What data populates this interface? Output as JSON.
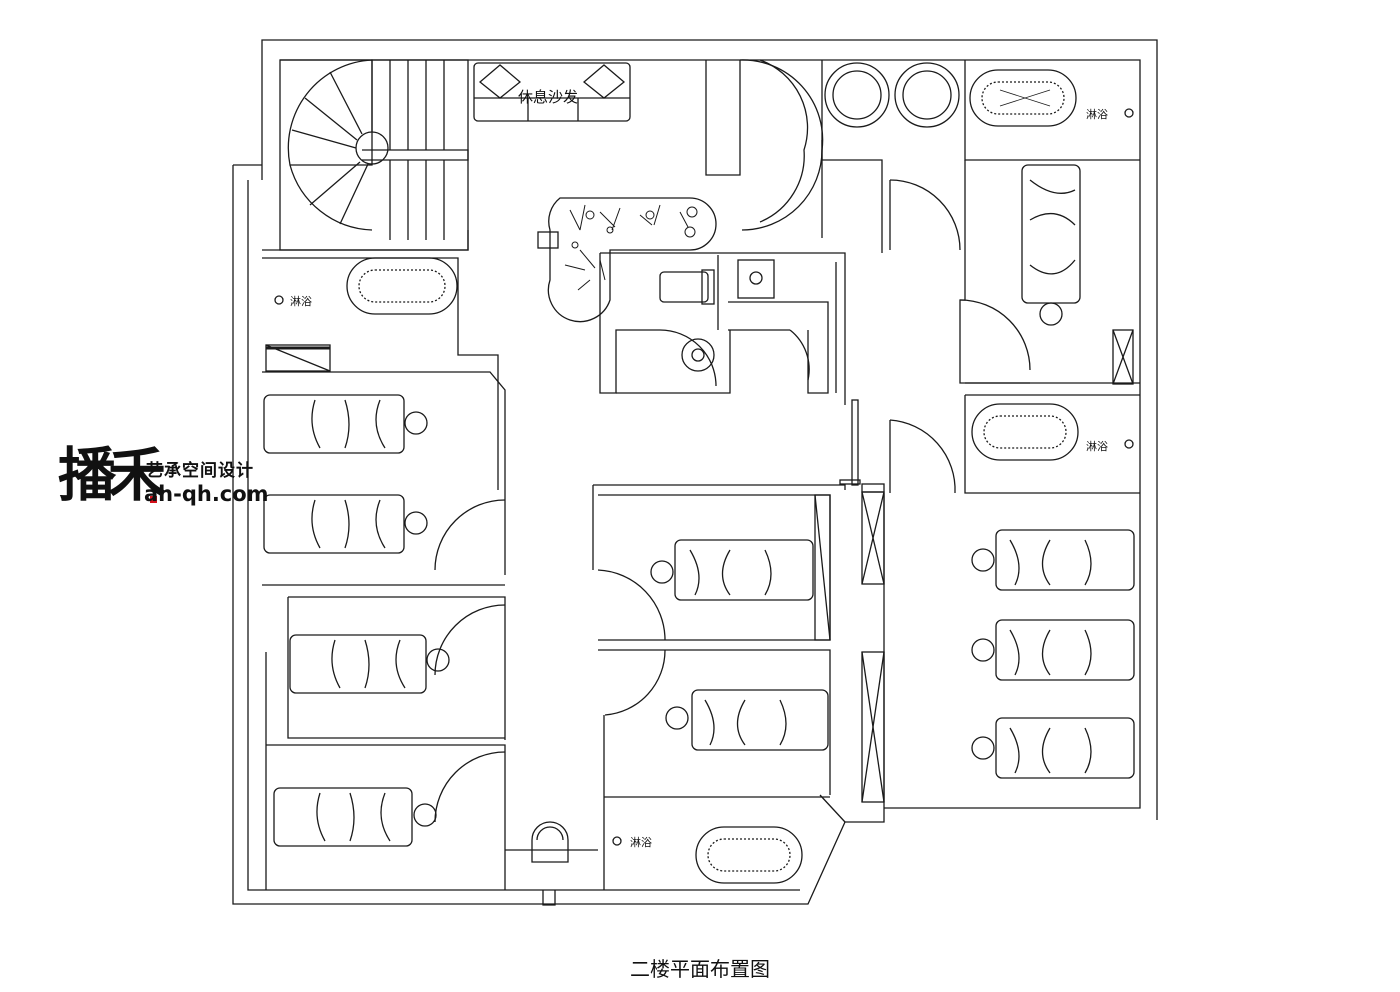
{
  "plan": {
    "title": "二楼平面布置图",
    "sofa_label": "休息沙发",
    "bath_label": "淋浴",
    "bath_positions": [
      "upper-right",
      "left",
      "right-middle",
      "bottom-center"
    ]
  },
  "logo": {
    "mark": "播禾",
    "name": "艺承空间设计",
    "url": "ah-qh.com"
  },
  "colors": {
    "line": "#1a1a1a",
    "background": "#ffffff",
    "logo_accent": "#d4101a"
  },
  "icons": [
    "spiral-stair-icon",
    "sofa-icon",
    "plant-icon",
    "bathtub-icon",
    "massage-bed-icon",
    "toilet-icon",
    "sink-icon",
    "door-swing-icon"
  ]
}
